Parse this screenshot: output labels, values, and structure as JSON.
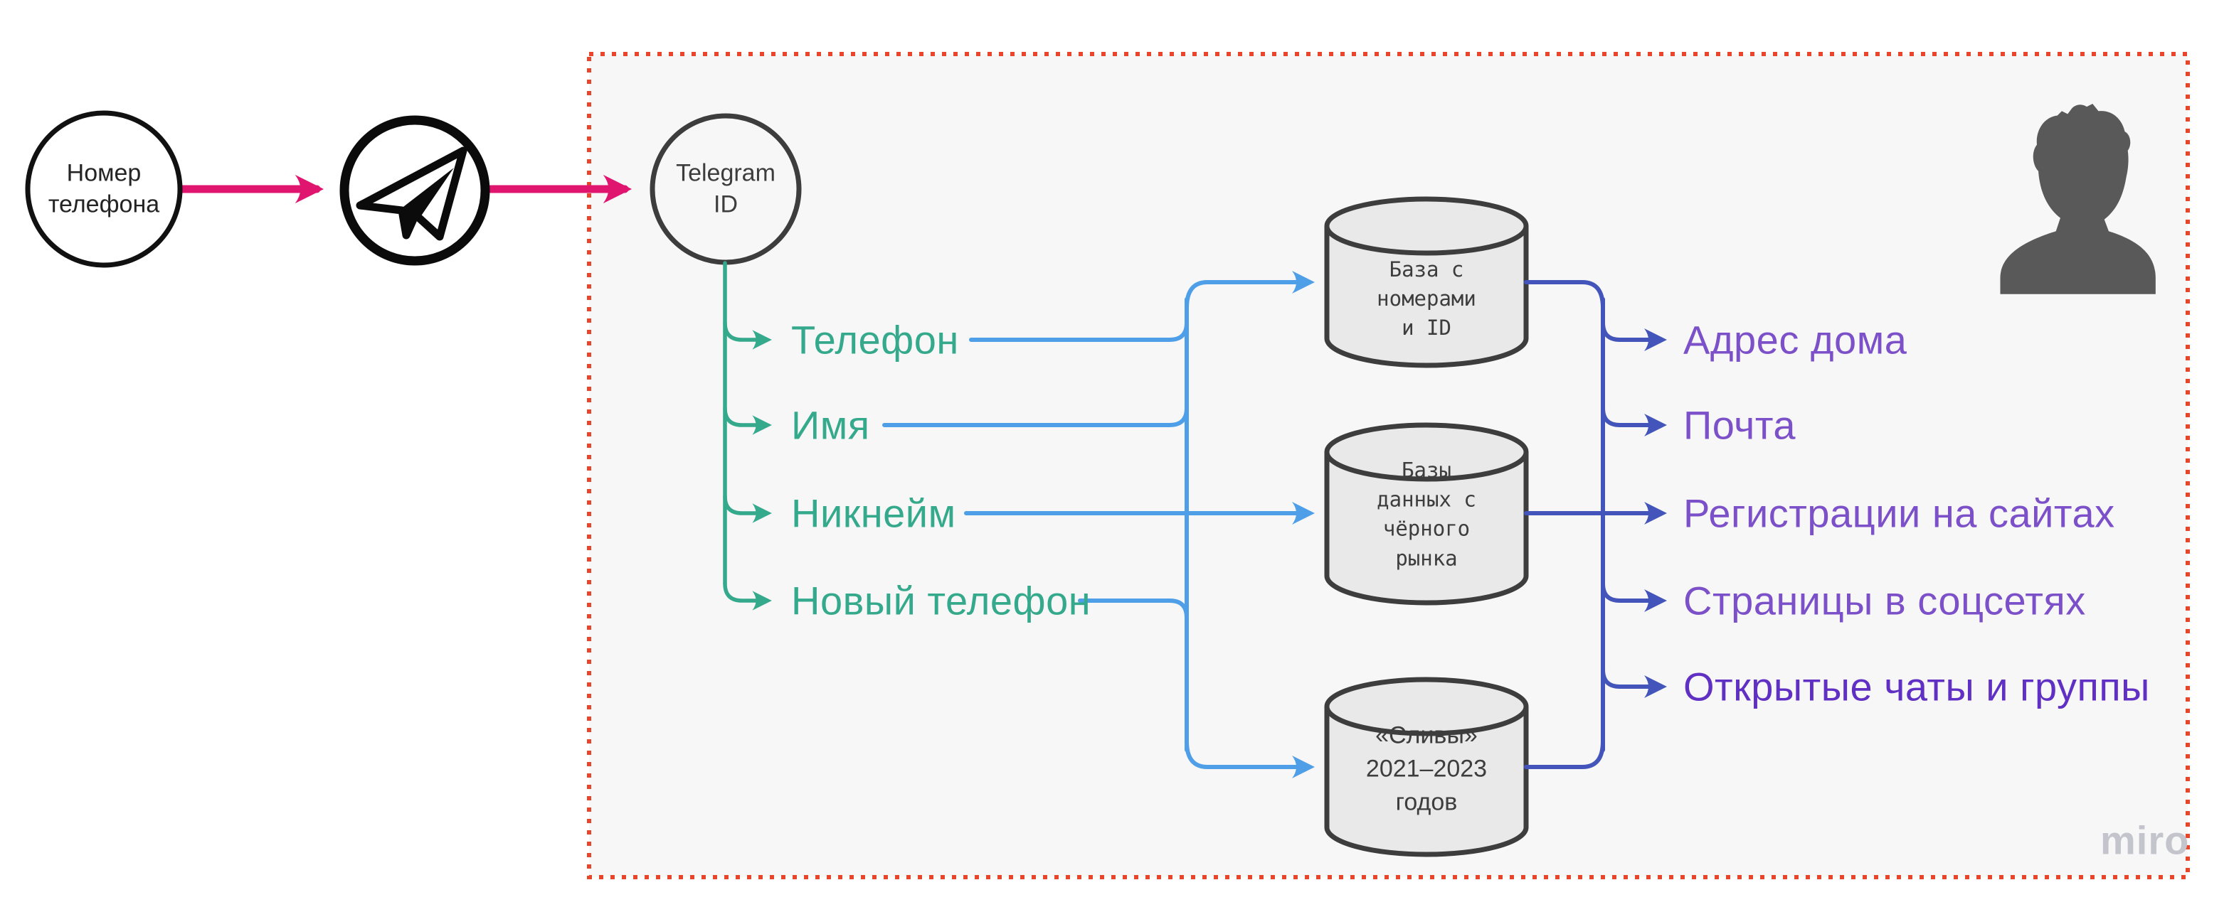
{
  "diagram": {
    "source_node": "Номер телефона",
    "telegram_id_node": "Telegram ID",
    "branches": [
      "Телефон",
      "Имя",
      "Никнейм",
      "Новый телефон"
    ],
    "databases": [
      "База с\nномерами\nи ID",
      "Базы\nданных с\nчёрного\nрынка",
      "«Сливы»\n2021–2023\nгодов"
    ],
    "outputs": [
      "Адрес дома",
      "Почта",
      "Регистрации на сайтах",
      "Страницы в соцсетях",
      "Открытые чаты и группы"
    ],
    "watermark": "miro"
  },
  "colors": {
    "flow_pink": "#e0156f",
    "branch_teal": "#35a98c",
    "link_blue": "#4f9fe8",
    "link_indigo": "#4355ba",
    "output_purple": "#7c50c8",
    "output_purple_dark": "#6030c4",
    "frame_orange": "#e8462b",
    "frame_bg": "#f7f7f7",
    "cylinder_fill": "#e9e9e9",
    "stroke_dark": "#3d3d3d",
    "circle_black": "#111111",
    "person_gray": "#595959",
    "watermark_gray": "#c4c4cd"
  }
}
